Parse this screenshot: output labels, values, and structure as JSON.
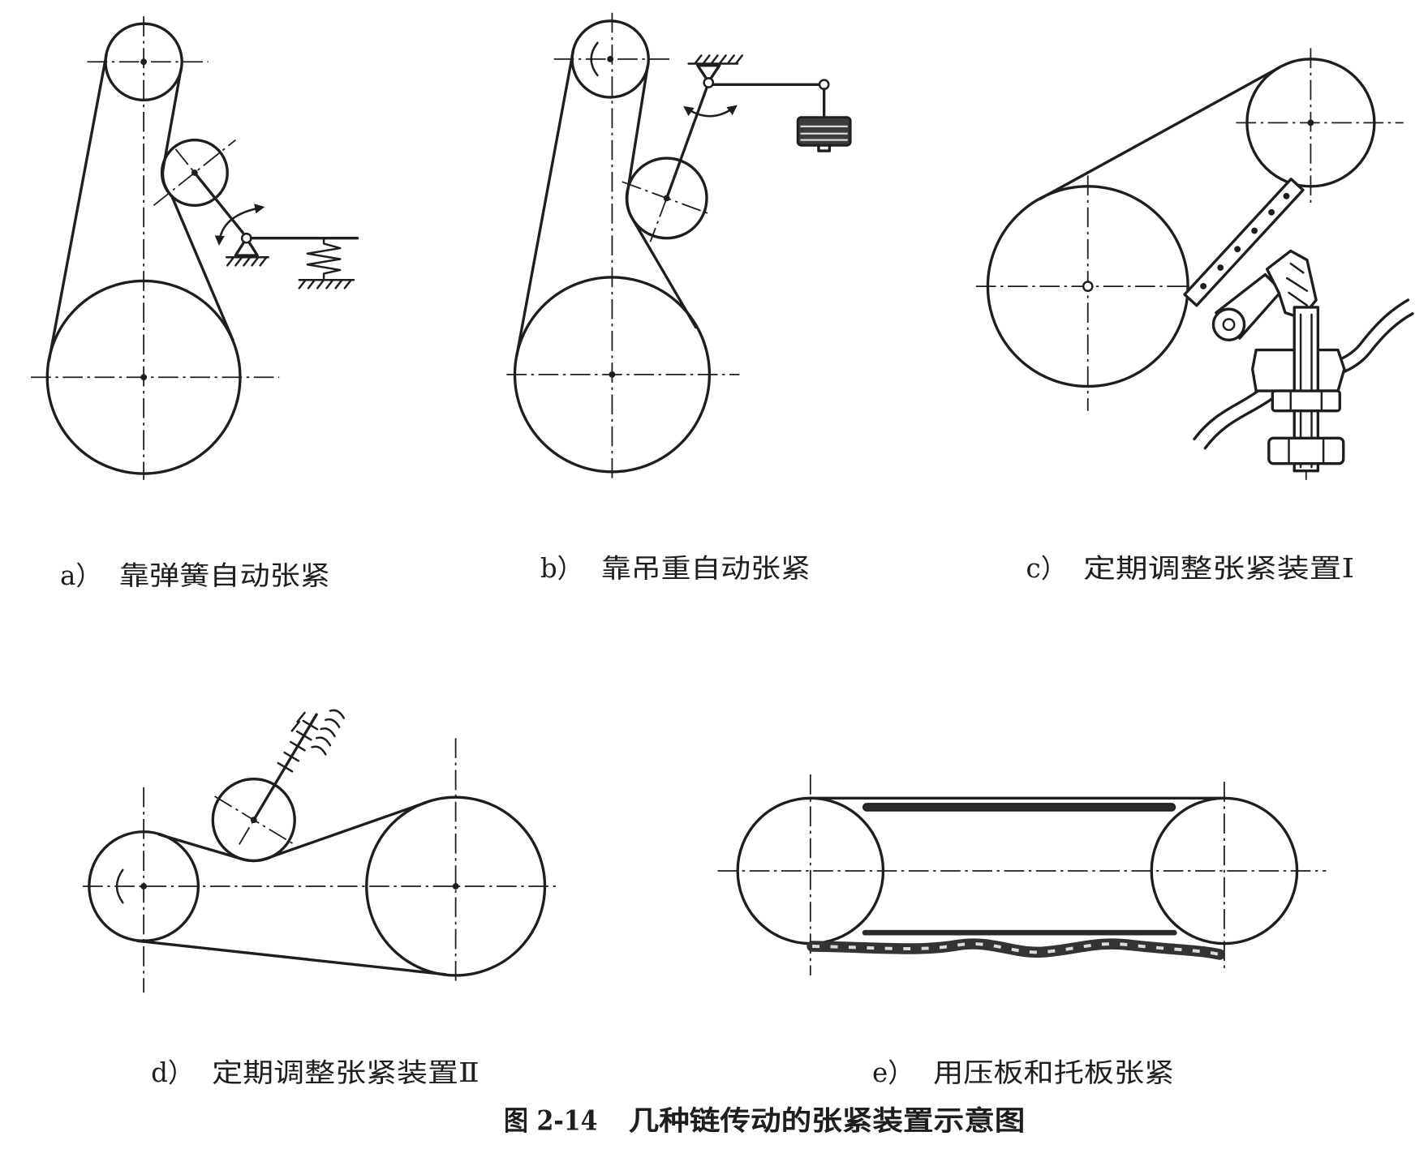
{
  "colors": {
    "ink": "#1e1e1e",
    "paper": "#ffffff"
  },
  "panels": {
    "a": {
      "label": "a）",
      "caption": "靠弹簧自动张紧"
    },
    "b": {
      "label": "b）",
      "caption": "靠吊重自动张紧"
    },
    "c": {
      "label": "c）",
      "caption": "定期调整张紧装置Ⅰ"
    },
    "d": {
      "label": "d）",
      "caption": "定期调整张紧装置Ⅱ"
    },
    "e": {
      "label": "e）",
      "caption": "用压板和托板张紧"
    }
  },
  "figure": {
    "number": "图 2-14",
    "title": "几种链传动的张紧装置示意图"
  }
}
